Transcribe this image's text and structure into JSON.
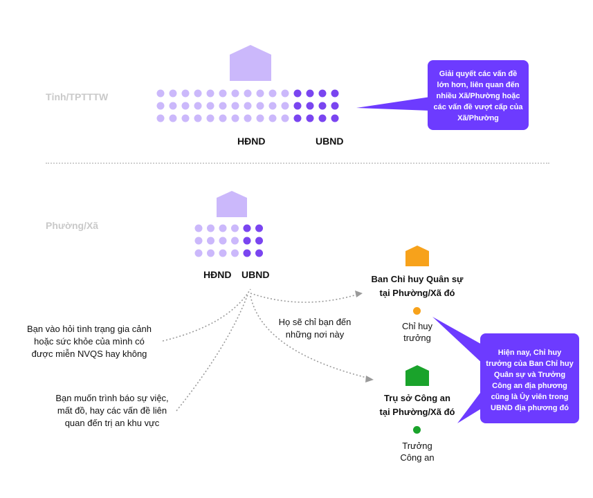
{
  "province": {
    "tier_label": "Tỉnh/TPTTTW",
    "hdnd_label": "HĐND",
    "ubnd_label": "UBND",
    "callout": "Giải quyết các vấn đề lớn hơn, liên quan đến nhiều Xã/Phường hoặc các vấn đề vượt cấp của Xã/Phường"
  },
  "ward": {
    "tier_label": "Phường/Xã",
    "hdnd_label": "HĐND",
    "ubnd_label": "UBND"
  },
  "military": {
    "title_line1": "Ban Chỉ huy Quân sự",
    "title_line2": "tại Phường/Xã đó",
    "role_line1": "Chỉ huy",
    "role_line2": "trưởng"
  },
  "police": {
    "title_line1": "Trụ sở Công an",
    "title_line2": "tại Phường/Xã đó",
    "role_line1": "Trưởng",
    "role_line2": "Công an"
  },
  "routing_note_line1": "Họ sẽ chỉ bạn đến",
  "routing_note_line2": "những nơi này",
  "query1": {
    "line1": "Bạn vào hỏi tình trạng gia cảnh",
    "line2": "hoặc sức khỏe của mình có",
    "line3": "được miễn NVQS hay không"
  },
  "query2": {
    "line1": "Bạn muốn trình báo sự việc,",
    "line2": "mất đồ, hay các vấn đề liên",
    "line3": "quan đến trị an khu vực"
  },
  "officials_callout": "Hiện nay, Chỉ huy trưởng của Ban Chỉ huy Quân sự và Trưởng Công an địa phương cũng là Ủy viên trong UBND địa phương đó",
  "colors": {
    "light_purple": "#cbb8fb",
    "dark_purple": "#7a45f0",
    "callout_purple": "#6d3bff",
    "military_orange": "#f7a21b",
    "police_green": "#1aa32b",
    "tier_gray": "#c9c9c9"
  },
  "icons": [
    "province-house-icon",
    "ward-house-icon",
    "military-house-icon",
    "police-house-icon"
  ]
}
